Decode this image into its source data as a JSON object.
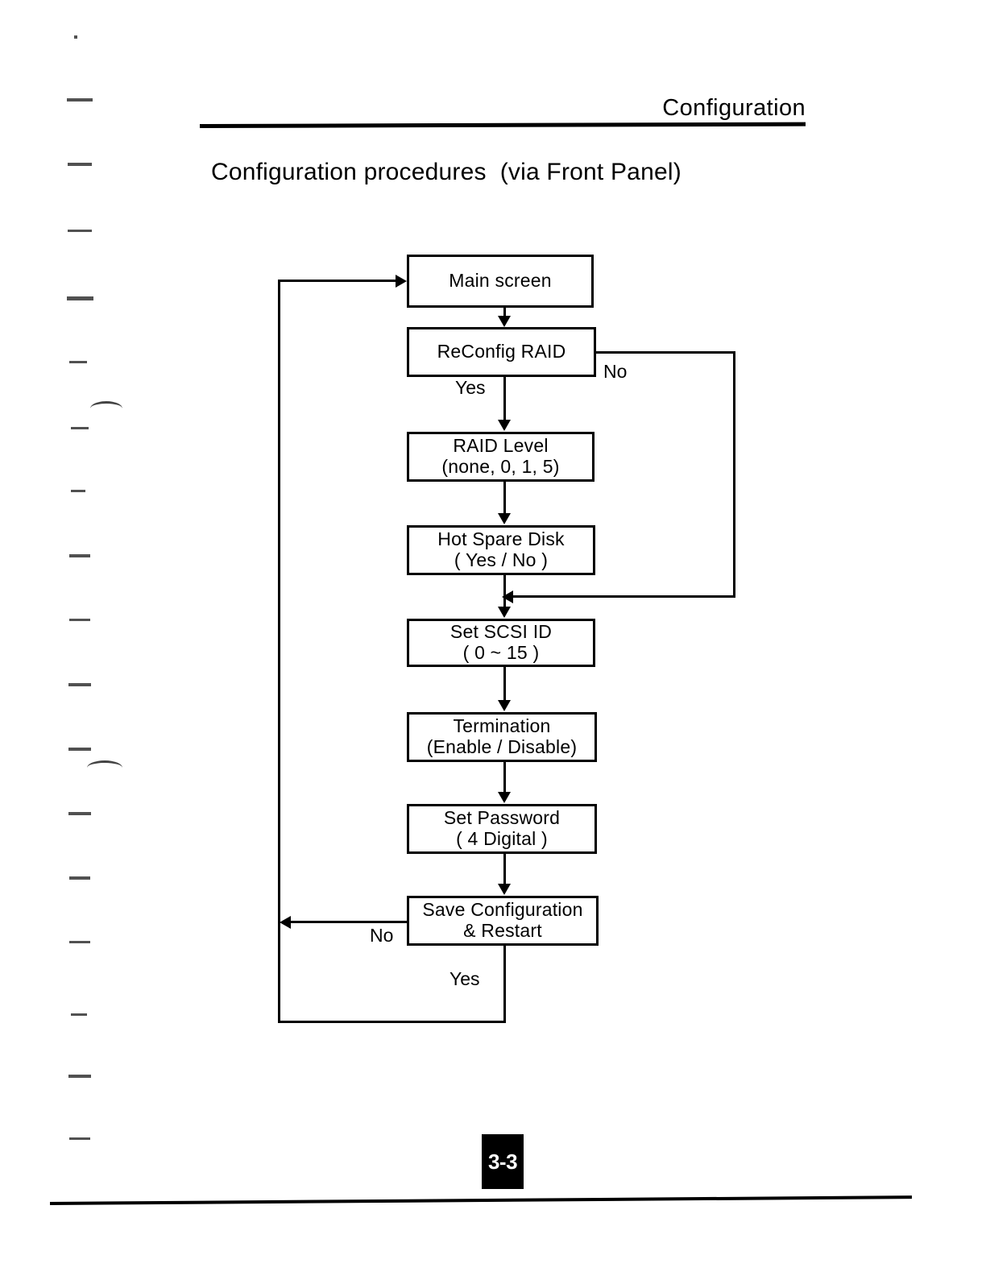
{
  "document": {
    "header": "Configuration",
    "title": "Configuration procedures  (via Front Panel)",
    "page_number": "3-3"
  },
  "flowchart": {
    "type": "flowchart",
    "nodes": [
      {
        "id": "main-screen",
        "line1": "Main screen",
        "line2": ""
      },
      {
        "id": "reconfig-raid",
        "line1": "ReConfig RAID",
        "line2": ""
      },
      {
        "id": "raid-level",
        "line1": "RAID Level",
        "line2": "(none, 0, 1, 5)"
      },
      {
        "id": "hot-spare-disk",
        "line1": "Hot Spare Disk",
        "line2": "( Yes / No )"
      },
      {
        "id": "set-scsi-id",
        "line1": "Set SCSI ID",
        "line2": "( 0 ~ 15 )"
      },
      {
        "id": "termination",
        "line1": "Termination",
        "line2": "(Enable / Disable)"
      },
      {
        "id": "set-password",
        "line1": "Set Password",
        "line2": "( 4 Digital )"
      },
      {
        "id": "save-configuration",
        "line1": "Save Configuration",
        "line2": "& Restart"
      }
    ],
    "edge_labels": {
      "reconfig_yes": "Yes",
      "reconfig_no": "No",
      "save_no": "No",
      "save_yes": "Yes"
    }
  }
}
